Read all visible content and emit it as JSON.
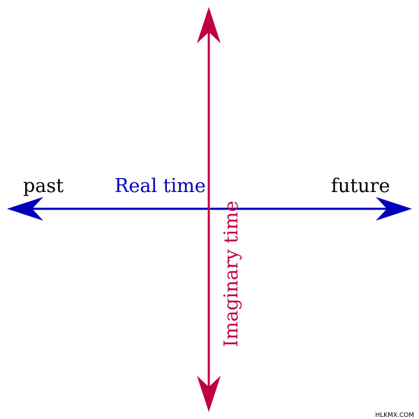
{
  "labels": {
    "past": "past",
    "future": "future",
    "real_axis": "Real time",
    "imaginary_axis": "Imaginary time"
  },
  "watermark": "HLKMX.COM",
  "colors": {
    "real_axis": "#0000bb",
    "imaginary_axis": "#c0003f",
    "text_default": "#000000",
    "background": "#ffffff"
  }
}
